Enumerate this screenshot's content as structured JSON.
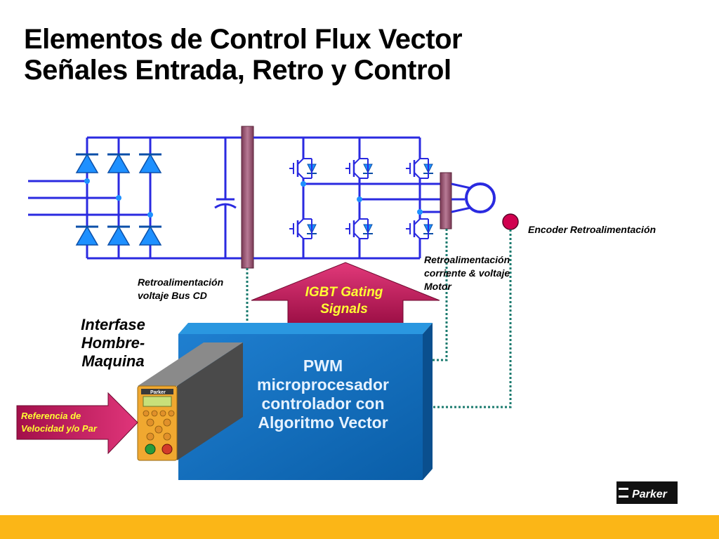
{
  "title": {
    "line1": "Elementos de Control Flux Vector",
    "line2": "Señales Entrada, Retro y Control"
  },
  "labels": {
    "encoder": "Encoder Retroalimentación",
    "motor_feedback": [
      "Retroalimentación",
      "corriente & voltaje",
      "Motor"
    ],
    "bus_feedback": [
      "Retroalimentación",
      "voltaje Bus CD"
    ],
    "hmi": [
      "Interfase",
      "Hombre-",
      "Maquina"
    ],
    "reference": [
      "Referencia de",
      "Velocidad y/o Par"
    ],
    "igbt": [
      "IGBT Gating",
      "Signals"
    ],
    "pwm": [
      "PWM",
      "microprocesador",
      "controlador con",
      "Algoritmo Vector"
    ]
  },
  "keypad": {
    "brand": "Parker"
  },
  "logo": {
    "text": "Parker"
  },
  "colors": {
    "wire": "#2a2ae0",
    "diode": "#1e90ff",
    "bus_bar": "#a05c78",
    "processor": "#1e8fd6",
    "arrow": "#c8145a",
    "feedback_line": "#1a7a6e",
    "bottom_bar": "#fbb617"
  }
}
